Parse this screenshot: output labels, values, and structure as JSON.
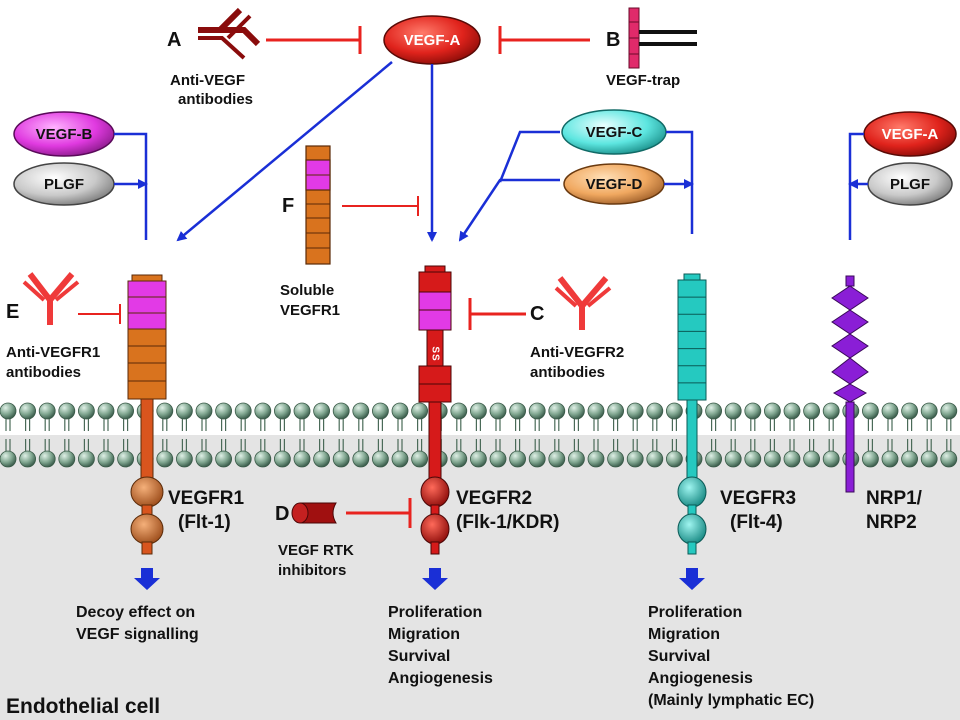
{
  "ligands": {
    "vegf_a_top": "VEGF-A",
    "vegf_b": "VEGF-B",
    "plgf_left": "PLGF",
    "vegf_c": "VEGF-C",
    "vegf_d": "VEGF-D",
    "vegf_a_right": "VEGF-A",
    "plgf_right": "PLGF"
  },
  "inhibitors": {
    "a": {
      "letter": "A",
      "line1": "Anti-VEGF",
      "line2": "antibodies"
    },
    "b": {
      "letter": "B",
      "line1": "VEGF-trap"
    },
    "c": {
      "letter": "C",
      "line1": "Anti-VEGFR2",
      "line2": "antibodies"
    },
    "d": {
      "letter": "D",
      "line1": "VEGF RTK",
      "line2": "inhibitors"
    },
    "e": {
      "letter": "E",
      "line1": "Anti-VEGFR1",
      "line2": "antibodies"
    },
    "f": {
      "letter": "F",
      "line1": "Soluble",
      "line2": "VEGFR1"
    }
  },
  "receptors": {
    "r1": {
      "line1": "VEGFR1",
      "line2": "(Flt-1)"
    },
    "r2": {
      "line1": "VEGFR2",
      "line2": "(Flk-1/KDR)",
      "ss": "SS"
    },
    "r3": {
      "line1": "VEGFR3",
      "line2": "(Flt-4)"
    },
    "nrp": {
      "line1": "NRP1/",
      "line2": "NRP2"
    }
  },
  "outcomes": {
    "r1": [
      "Decoy effect on",
      "VEGF signalling"
    ],
    "r2": [
      "Proliferation",
      "Migration",
      "Survival",
      "Angiogenesis"
    ],
    "r3": [
      "Proliferation",
      "Migration",
      "Survival",
      "Angiogenesis",
      "(Mainly lymphatic EC)"
    ]
  },
  "cell_label": "Endothelial cell",
  "colors": {
    "arrow_blue": "#1a2fd6",
    "inhibit_red": "#e8231f",
    "membrane_head": "#7fa58f",
    "cytoplasm": "#e4e4e4",
    "vegfr1": "#d9731e",
    "vegfr2": "#d61a1a",
    "vegfr3": "#25c9c0",
    "nrp": "#8a1ed6",
    "ig_magenta": "#e23ae6"
  }
}
